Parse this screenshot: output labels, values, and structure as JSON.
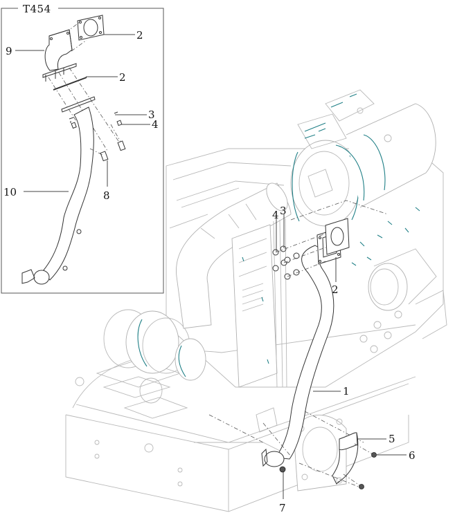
{
  "diagram": {
    "type": "exploded-parts-view",
    "subject": "engine exhaust pipe assembly",
    "inset": {
      "title": "T454",
      "callouts": [
        {
          "id": "inset-2a",
          "label": "2"
        },
        {
          "id": "inset-9",
          "label": "9"
        },
        {
          "id": "inset-2b",
          "label": "2"
        },
        {
          "id": "inset-3",
          "label": "3"
        },
        {
          "id": "inset-4",
          "label": "4"
        },
        {
          "id": "inset-10",
          "label": "10"
        },
        {
          "id": "inset-8",
          "label": "8"
        }
      ]
    },
    "main": {
      "callouts": [
        {
          "id": "main-4",
          "label": "4"
        },
        {
          "id": "main-3",
          "label": "3"
        },
        {
          "id": "main-2",
          "label": "2"
        },
        {
          "id": "main-1",
          "label": "1"
        },
        {
          "id": "main-5",
          "label": "5"
        },
        {
          "id": "main-6",
          "label": "6"
        },
        {
          "id": "main-7",
          "label": "7"
        }
      ]
    },
    "colors": {
      "outline": "#b8b8b8",
      "accent": "#1f7f86",
      "part": "#333333",
      "text": "#111111"
    }
  }
}
